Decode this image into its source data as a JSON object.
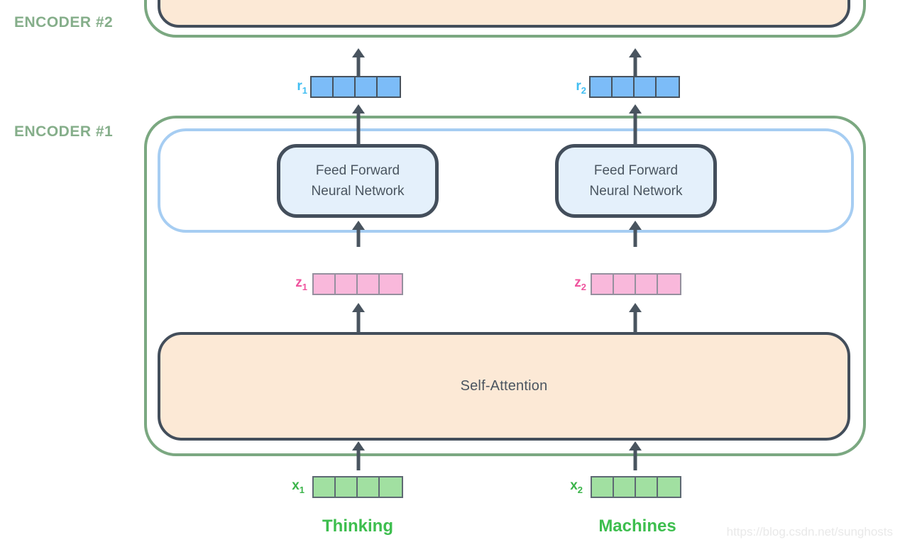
{
  "encoders": {
    "encoder2_label": "ENCODER #2",
    "encoder1_label": "ENCODER #1"
  },
  "blocks": {
    "ffnn_line1": "Feed Forward",
    "ffnn_line2": "Neural Network",
    "self_attention": "Self-Attention"
  },
  "vectors": {
    "r1": {
      "base": "r",
      "sub": "1"
    },
    "r2": {
      "base": "r",
      "sub": "2"
    },
    "z1": {
      "base": "z",
      "sub": "1"
    },
    "z2": {
      "base": "z",
      "sub": "2"
    },
    "x1": {
      "base": "x",
      "sub": "1"
    },
    "x2": {
      "base": "x",
      "sub": "2"
    }
  },
  "tokens": {
    "word1": "Thinking",
    "word2": "Machines"
  },
  "watermark": "https://blog.csdn.net/sunghosts",
  "colors": {
    "encoder_border_green": "#7BA881",
    "encoder_label_green": "#85AE8A",
    "ffnn_container_blue": "#A6CDF2",
    "ffnn_fill": "#E4F0FB",
    "attention_fill": "#FCE9D6",
    "dark_border": "#434E5B",
    "arrow": "#49545F",
    "r_cell_fill": "#7CBCF8",
    "r_label": "#41BEF2",
    "z_cell_fill": "#F9B8DB",
    "z_label": "#EF549E",
    "x_cell_fill": "#A1E0A1",
    "x_label": "#3BB44A",
    "token_green": "#3DBE4E",
    "watermark_gray": "#E9E9E9"
  }
}
